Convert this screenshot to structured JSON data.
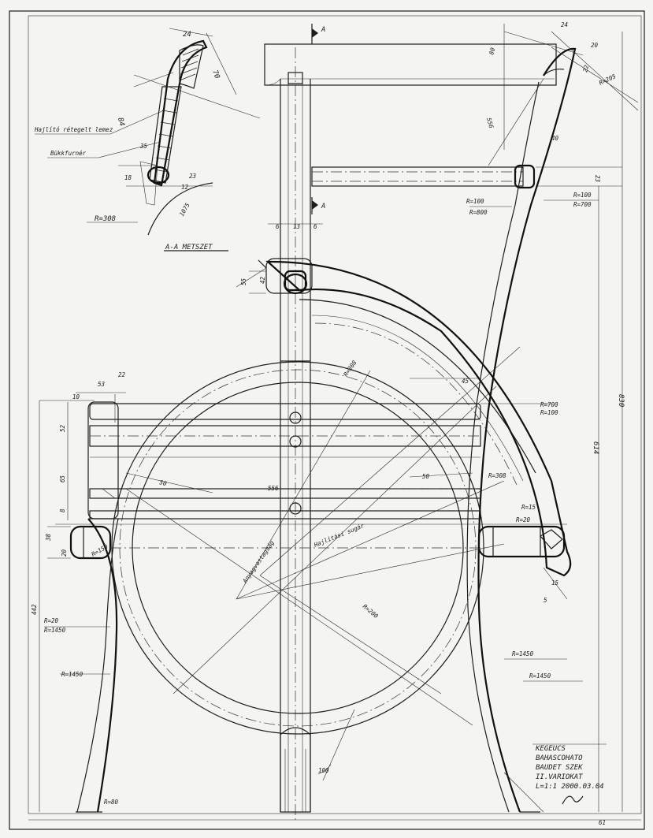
{
  "drawing": {
    "section_label": "A-A METSZET",
    "callout_top": "A",
    "callout_mid": "A",
    "notes": {
      "glue_note": "Hajlító rétegelt lemez",
      "veneer_note": "Bükkfurnér",
      "arc_length_note": "Anyagvastagság",
      "bend_note": "Hajlítási sugár"
    },
    "radii": {
      "r_seat_front": "R=308",
      "r_100_a": "R=100",
      "r_800": "R=800",
      "r_100_b": "R=100",
      "r_700": "R=700",
      "r_right_a": "R=700",
      "r_right_b": "R=100",
      "r_308": "R=308",
      "r_205": "R=205",
      "r_200": "R=200",
      "r_1450_left": "R=1450",
      "r_1450_right_a": "R=1450",
      "r_1450_right_b": "R=1450",
      "r_20": "R=20",
      "r_15": "R=15",
      "r_1450_legs": "R=1450",
      "r_150": "R=150",
      "r_80": "R=80"
    },
    "dimensions": {
      "d24": "24",
      "d70": "70",
      "d84": "84",
      "d35": "35",
      "d18": "18",
      "d23": "23",
      "d12": "12",
      "d1075": "1075",
      "d556": "556",
      "d40": "40",
      "d20_a": "20",
      "d80": "80",
      "d22": "22",
      "d6": "6",
      "d13": "13",
      "d55": "55",
      "d42": "42",
      "d10": "10",
      "d53": "53",
      "d52": "52",
      "d65": "65",
      "d50": "50",
      "d8": "8",
      "d20_b": "20",
      "d38": "38",
      "d100": "100",
      "d442": "442",
      "d830": "830",
      "d614": "614",
      "d45": "45",
      "d15": "15",
      "d24_b": "24",
      "d5": "5"
    },
    "title_block": {
      "line1": "KEGEUCS",
      "line2": "BAHASCOHATO",
      "line3": "BAUDET SZEK",
      "line4": "II.VARIOKAT",
      "line5": "L=1:1  2000.03.04"
    },
    "corner_mark": "61"
  }
}
